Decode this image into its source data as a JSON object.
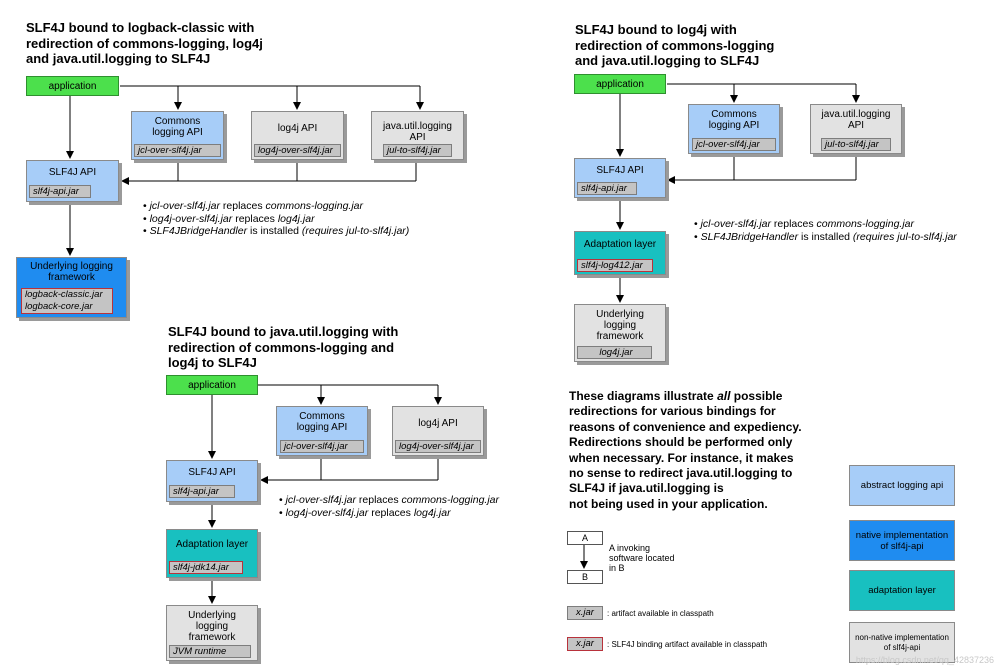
{
  "diagrams": {
    "logback": {
      "title": [
        "SLF4J bound to logback-classic with",
        "redirection of commons-logging, log4j",
        "and java.util.logging to SLF4J"
      ],
      "application": "application",
      "commons": {
        "label": "Commons logging API",
        "jar": "jcl-over-slf4j.jar"
      },
      "log4j": {
        "label": "log4j API",
        "jar": "log4j-over-slf4j.jar"
      },
      "jul": {
        "label": "java.util.logging API",
        "jar": "jul-to-slf4j.jar"
      },
      "slf4j": {
        "label": "SLF4J API",
        "jar": "slf4j-api.jar"
      },
      "underlying": {
        "label": "Underlying logging framework",
        "jars": [
          "logback-classic.jar",
          "logback-core.jar"
        ]
      },
      "bullets": [
        {
          "jar": "jcl-over-slf4j.jar",
          "mid": " replaces ",
          "target": "commons-logging.jar",
          "tail": ""
        },
        {
          "jar": "log4j-over-slf4j.jar",
          "mid": " replaces ",
          "target": "log4j.jar",
          "tail": ""
        },
        {
          "jar": "SLF4JBridgeHandler",
          "mid": " is installed ",
          "target": "(requires jul-to-slf4j.jar)",
          "tail": ""
        }
      ]
    },
    "log4j": {
      "title": [
        "SLF4J bound to log4j with",
        "redirection of commons-logging",
        "and java.util.logging to SLF4J"
      ],
      "application": "application",
      "commons": {
        "label": "Commons logging API",
        "jar": "jcl-over-slf4j.jar"
      },
      "jul": {
        "label": "java.util.logging API",
        "jar": "jul-to-slf4j.jar"
      },
      "slf4j": {
        "label": "SLF4J API",
        "jar": "slf4j-api.jar"
      },
      "adaptation": {
        "label": "Adaptation layer",
        "jar": "slf4j-log412.jar"
      },
      "underlying": {
        "label": "Underlying logging framework",
        "jar": "log4j.jar"
      },
      "bullets": [
        {
          "jar": "jcl-over-slf4j.jar",
          "mid": " replaces ",
          "target": "commons-logging.jar",
          "tail": ""
        },
        {
          "jar": "SLF4JBridgeHandler",
          "mid": " is installed ",
          "target": "(requires jul-to-slf4j.jar",
          "tail": ""
        }
      ]
    },
    "jul": {
      "title": [
        "SLF4J bound to java.util.logging with",
        "redirection of commons-logging and",
        "log4j to SLF4J"
      ],
      "application": "application",
      "commons": {
        "label": "Commons logging API",
        "jar": "jcl-over-slf4j.jar"
      },
      "log4j": {
        "label": "log4j API",
        "jar": "log4j-over-slf4j.jar"
      },
      "slf4j": {
        "label": "SLF4J API",
        "jar": "slf4j-api.jar"
      },
      "adaptation": {
        "label": "Adaptation layer",
        "jar": "slf4j-jdk14.jar"
      },
      "underlying": {
        "label": "Underlying logging framework",
        "jar": "JVM runtime"
      },
      "bullets": [
        {
          "jar": "jcl-over-slf4j.jar",
          "mid": " replaces ",
          "target": "commons-logging.jar",
          "tail": ""
        },
        {
          "jar": "log4j-over-slf4j.jar",
          "mid": " replaces ",
          "target": "log4j.jar",
          "tail": ""
        }
      ]
    }
  },
  "explanation": {
    "lines": [
      [
        "These diagrams illustrate ",
        "all",
        " possible"
      ],
      [
        "redirections for various bindings for",
        "",
        ""
      ],
      [
        "reasons of convenience and expediency.",
        "",
        ""
      ],
      [
        "Redirections should be performed only",
        "",
        ""
      ],
      [
        "when necessary. For instance, it makes",
        "",
        ""
      ],
      [
        "no sense to redirect java.util.logging to",
        "",
        ""
      ],
      [
        "SLF4J if java.util.logging is",
        "",
        ""
      ],
      [
        "not being used in your application.",
        "",
        ""
      ]
    ]
  },
  "legend": {
    "box_a": "A",
    "box_b": "B",
    "invoke_text": "A invoking software located in B",
    "jar_sample": "x.jar",
    "jar_desc": ": artifact available in classpath",
    "binding_sample": "x.jar",
    "binding_desc": ": SLF4J binding artifact available in classpath",
    "abstract": "abstract logging api",
    "native": "native implementation of slf4j-api",
    "adaptation": "adaptation layer",
    "nonnative": "non-native implementation of slf4j-api"
  },
  "watermark": "https://blog.csdn.net/qq_42837236",
  "colors": {
    "application": "#4ce04c",
    "abstract_api": "#a7cdf8",
    "native_impl": "#1f8cf0",
    "adaptation": "#18c0c0",
    "nonnative": "#e2e2e2",
    "binding_border": "#b8323b"
  }
}
